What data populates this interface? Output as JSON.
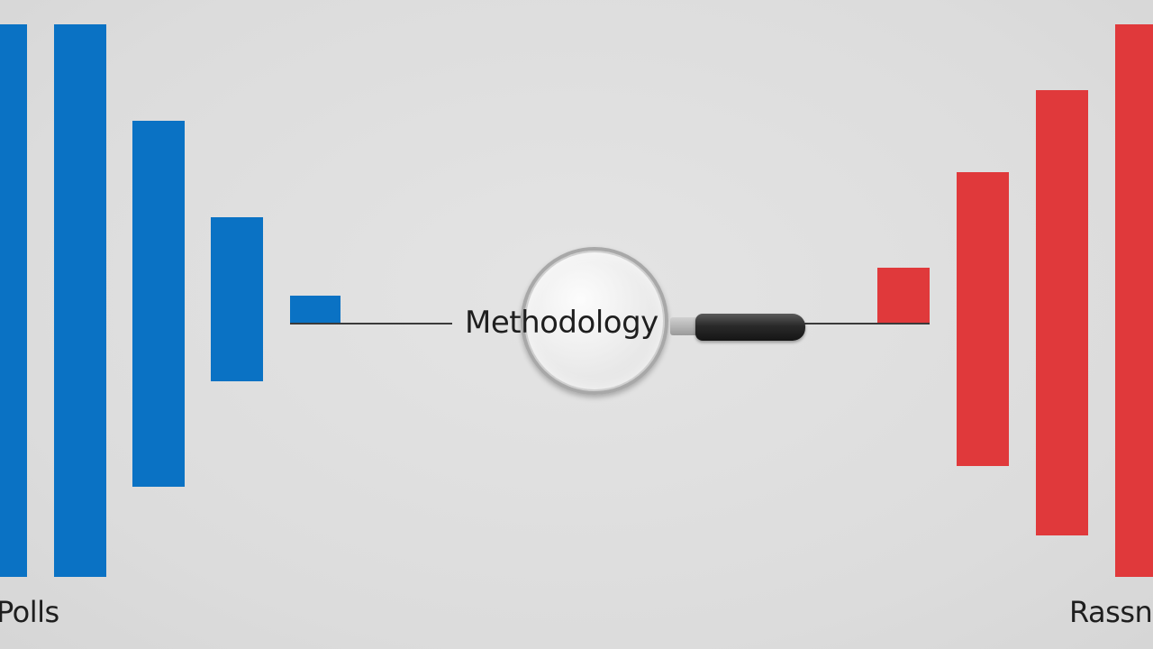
{
  "labels": {
    "left_caption": "Polls",
    "right_caption": "Rassn",
    "magnifier_text": "Methodology"
  },
  "colors": {
    "blue": "#0a72c4",
    "red": "#e0393b",
    "line": "#3a3a3a"
  },
  "icons": {
    "magnifier": "magnifying-glass-icon"
  }
}
